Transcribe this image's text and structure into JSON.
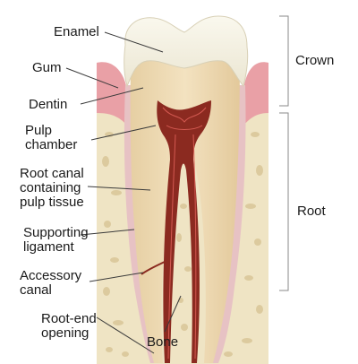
{
  "labels": {
    "enamel": "Enamel",
    "gum": "Gum",
    "dentin": "Dentin",
    "pulp_chamber_1": "Pulp",
    "pulp_chamber_2": "chamber",
    "root_canal_1": "Root canal",
    "root_canal_2": "containing",
    "root_canal_3": "pulp tissue",
    "ligament_1": "Supporting",
    "ligament_2": "ligament",
    "accessory_1": "Accessory",
    "accessory_2": "canal",
    "root_end_1": "Root-end",
    "root_end_2": "opening",
    "bone": "Bone",
    "crown": "Crown",
    "root": "Root"
  },
  "colors": {
    "enamel": "#f4f1e4",
    "dentin": "#efdcb6",
    "pulp": "#8b2a20",
    "gum": "#e9a0a6",
    "bone": "#efe4c4",
    "bone_pore": "#d8c69a",
    "ligament": "#e7c2c4"
  }
}
